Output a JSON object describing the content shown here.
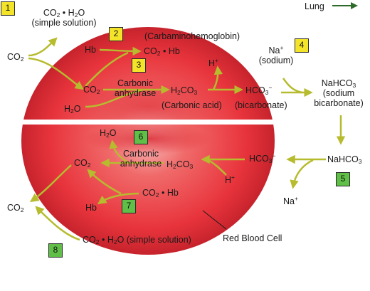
{
  "header": {
    "lung_label": "Lung"
  },
  "colors": {
    "upper_badge": "#f3e42a",
    "lower_badge": "#5fbf47",
    "arrow": "#c9cc3a",
    "cell_red": "#e8343c"
  },
  "icons": {
    "lung_arrow": "arrow-right-icon",
    "steps": "arrow-icon"
  },
  "steps": {
    "1": "1",
    "2": "2",
    "3": "3",
    "4": "4",
    "5": "5",
    "6": "6",
    "7": "7",
    "8": "8"
  },
  "text": {
    "co2": "CO",
    "co2_sub": "2",
    "h2o": "H",
    "h2o_sub": "2",
    "h2o_o": "O",
    "simple_solution_paren": "(simple solution)",
    "simple_solution_inline": "(simple solution)",
    "dot": "•",
    "hb": "Hb",
    "carbamino": "(Carbaminohemoglobin)",
    "carbonic": "Carbonic",
    "anhydrase": "anhydrase",
    "carbonic_acid": "(Carbonic acid)",
    "h2co3_a": "H",
    "h2co3_sub1": "2",
    "h2co3_b": "CO",
    "h2co3_sub2": "3",
    "h_plus": "H",
    "plus": "+",
    "hco3_a": "HCO",
    "hco3_sub": "3",
    "minus": "−",
    "bicarbonate": "(bicarbonate)",
    "na_plus": "Na",
    "sodium": "(sodium)",
    "nahco3": "NaHCO",
    "nahco3_sub": "3",
    "sodium_bicarb_1": "(sodium",
    "sodium_bicarb_2": "bicarbonate)",
    "red_blood_cell": "Red Blood Cell"
  }
}
